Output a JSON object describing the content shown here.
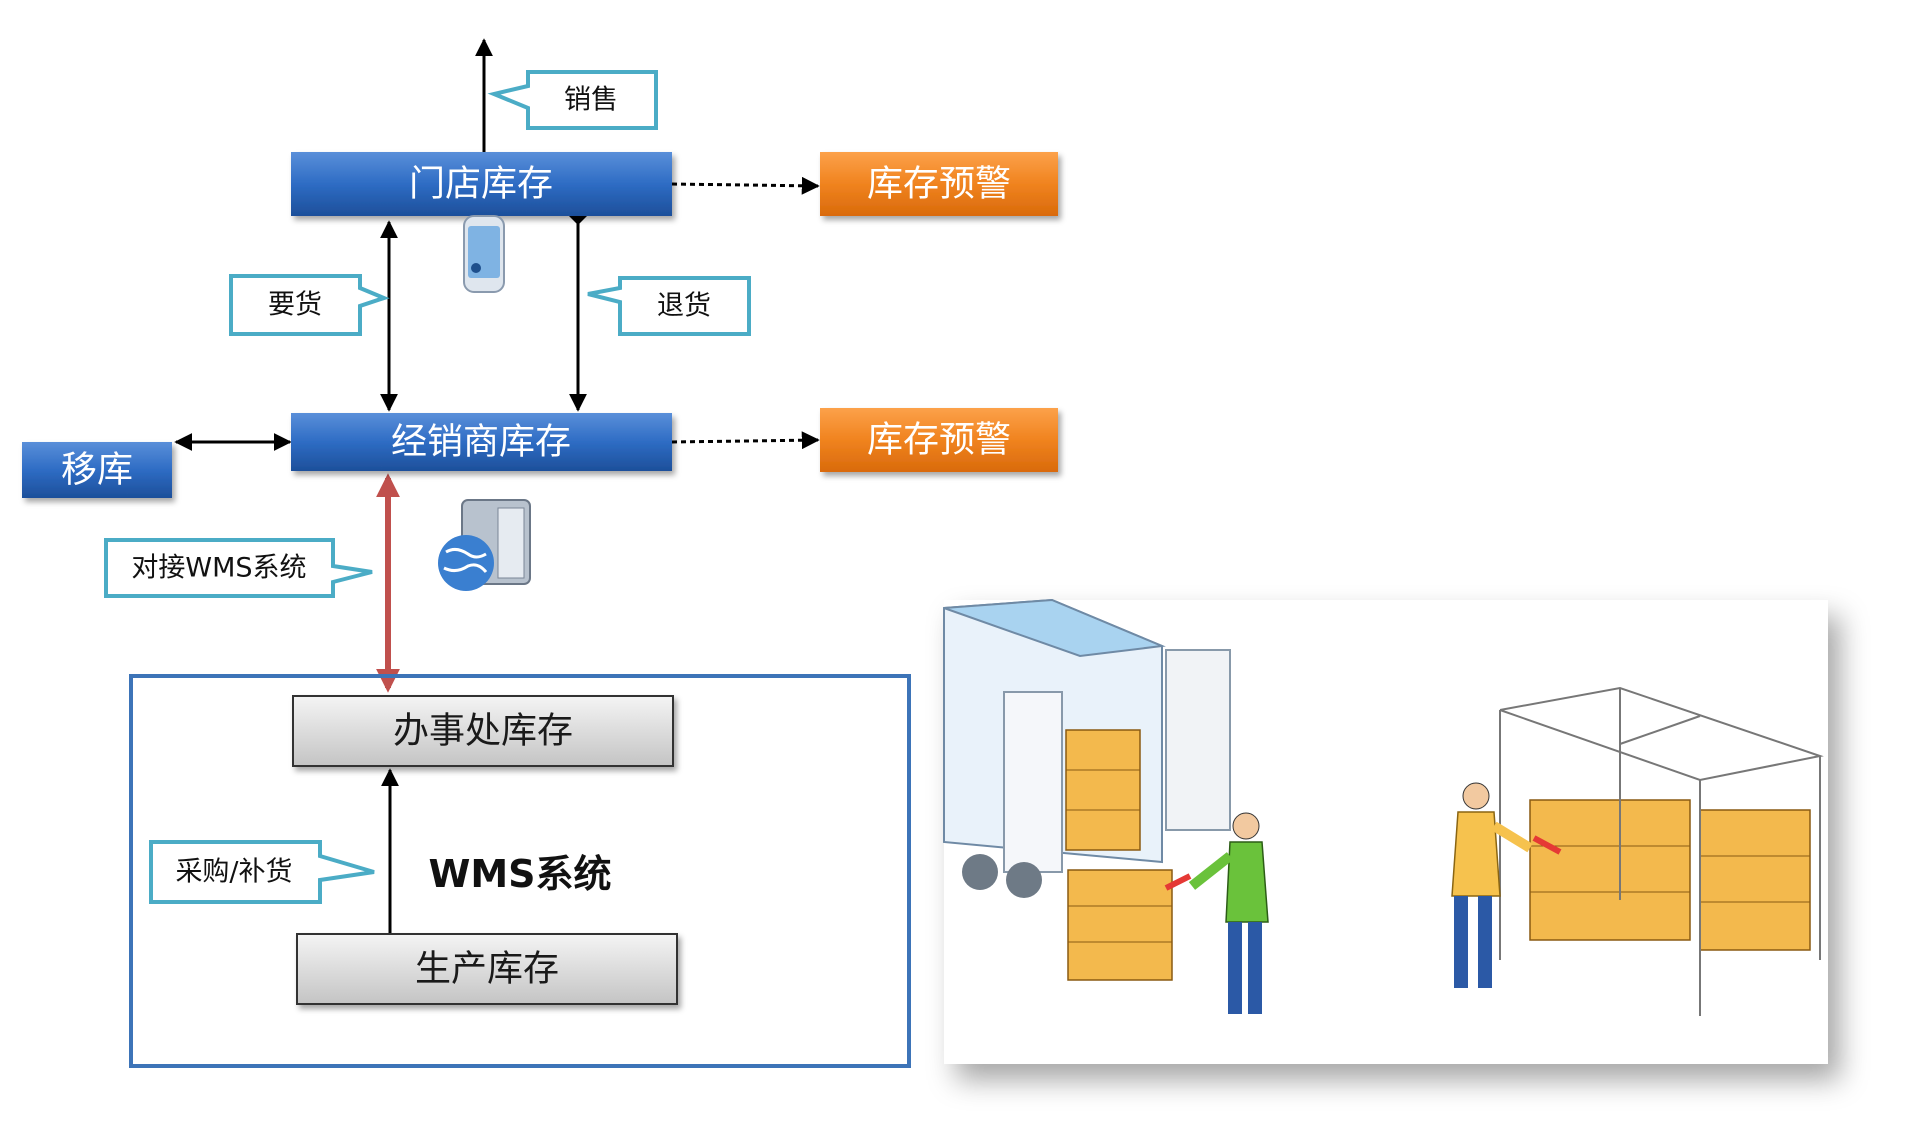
{
  "nodes": {
    "store": "门店库存",
    "dealer": "经销商库存",
    "office": "办事处库存",
    "production": "生产库存",
    "transfer": "移库",
    "alert_top": "库存预警",
    "alert_mid": "库存预警"
  },
  "callouts": {
    "sales": "销售",
    "request": "要货",
    "return": "退货",
    "wms_connect": "对接WMS系统",
    "purchase": "采购/补货"
  },
  "wms_label": "WMS系统",
  "colors": {
    "blue": "#2e6cc4",
    "orange": "#f0831f",
    "callout_border": "#4bacc6",
    "frame": "#3d74b8",
    "red_arrow": "#c0504d"
  },
  "icons": [
    "phone-icon",
    "server-globe-icon",
    "warehouse-illustration"
  ]
}
